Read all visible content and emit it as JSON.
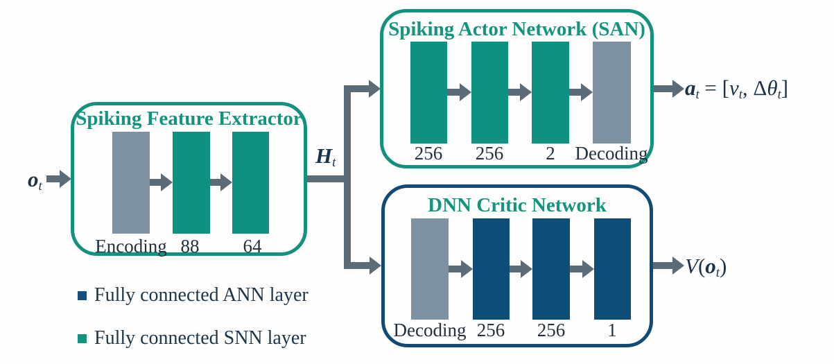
{
  "boxes": {
    "feature": {
      "title": "Spiking Feature Extractor",
      "layers": [
        {
          "label": "Encoding",
          "type": "encoding"
        },
        {
          "label": "88",
          "type": "snn"
        },
        {
          "label": "64",
          "type": "snn"
        }
      ]
    },
    "actor": {
      "title": "Spiking Actor Network (SAN)",
      "layers": [
        {
          "label": "256",
          "type": "snn"
        },
        {
          "label": "256",
          "type": "snn"
        },
        {
          "label": "2",
          "type": "snn"
        },
        {
          "label": "Decoding",
          "type": "decoding"
        }
      ]
    },
    "critic": {
      "title": "DNN Critic Network",
      "layers": [
        {
          "label": "Decoding",
          "type": "decoding"
        },
        {
          "label": "256",
          "type": "ann"
        },
        {
          "label": "256",
          "type": "ann"
        },
        {
          "label": "1",
          "type": "ann"
        }
      ]
    }
  },
  "math": {
    "input": [
      {
        "t": "o",
        "s": "bi"
      },
      {
        "t": "t",
        "s": "sub"
      }
    ],
    "hidden": [
      {
        "t": "H",
        "s": "bi"
      },
      {
        "t": "t",
        "s": "sub"
      }
    ],
    "actor_output": [
      {
        "t": "a",
        "s": "bi"
      },
      {
        "t": "t",
        "s": "sub"
      },
      {
        "t": " = [",
        "s": "n"
      },
      {
        "t": "v",
        "s": "i"
      },
      {
        "t": "t",
        "s": "sub"
      },
      {
        "t": ", Δ",
        "s": "n"
      },
      {
        "t": "θ",
        "s": "i"
      },
      {
        "t": "t",
        "s": "sub"
      },
      {
        "t": "]",
        "s": "n"
      }
    ],
    "critic_output": [
      {
        "t": "V",
        "s": "i"
      },
      {
        "t": "(",
        "s": "n"
      },
      {
        "t": "o",
        "s": "bi"
      },
      {
        "t": "t",
        "s": "sub"
      },
      {
        "t": ")",
        "s": "n"
      }
    ]
  },
  "legend": {
    "items": [
      {
        "label": "Fully connected ANN layer",
        "type": "ann"
      },
      {
        "label": "Fully connected SNN layer",
        "type": "snn"
      }
    ]
  },
  "colors": {
    "snn_teal": "#0e9181",
    "ann_navy": "#0e4d78",
    "codec_slate": "#7d91a2",
    "arrow_gray": "#5b6b77",
    "title_green": "#13947e",
    "label_navy": "#22313d",
    "box_border_teal": "#14917e",
    "box_border_navy": "#114a75"
  }
}
